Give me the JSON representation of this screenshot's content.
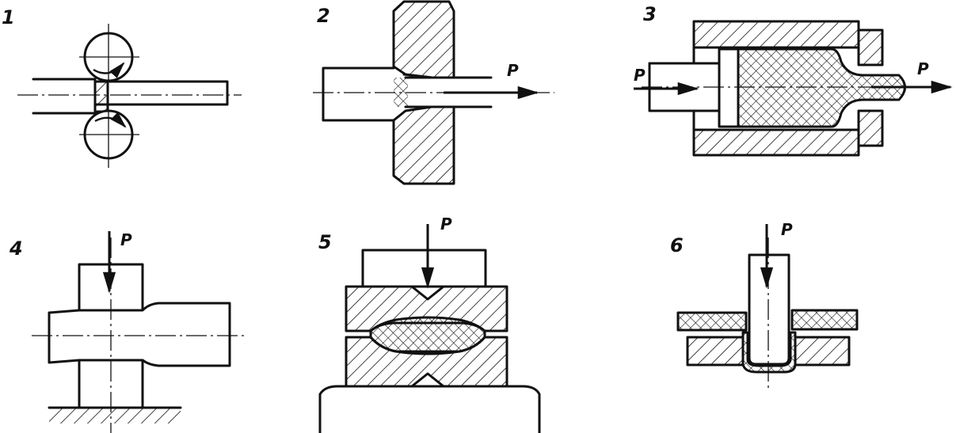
{
  "figure": {
    "panels": [
      {
        "number": "1",
        "force_label": ""
      },
      {
        "number": "2",
        "force_label": "P"
      },
      {
        "number": "3",
        "force_label": "P",
        "force_label_2": "P"
      },
      {
        "number": "4",
        "force_label": "P"
      },
      {
        "number": "5",
        "force_label": "P"
      },
      {
        "number": "6",
        "force_label": "P"
      }
    ]
  }
}
